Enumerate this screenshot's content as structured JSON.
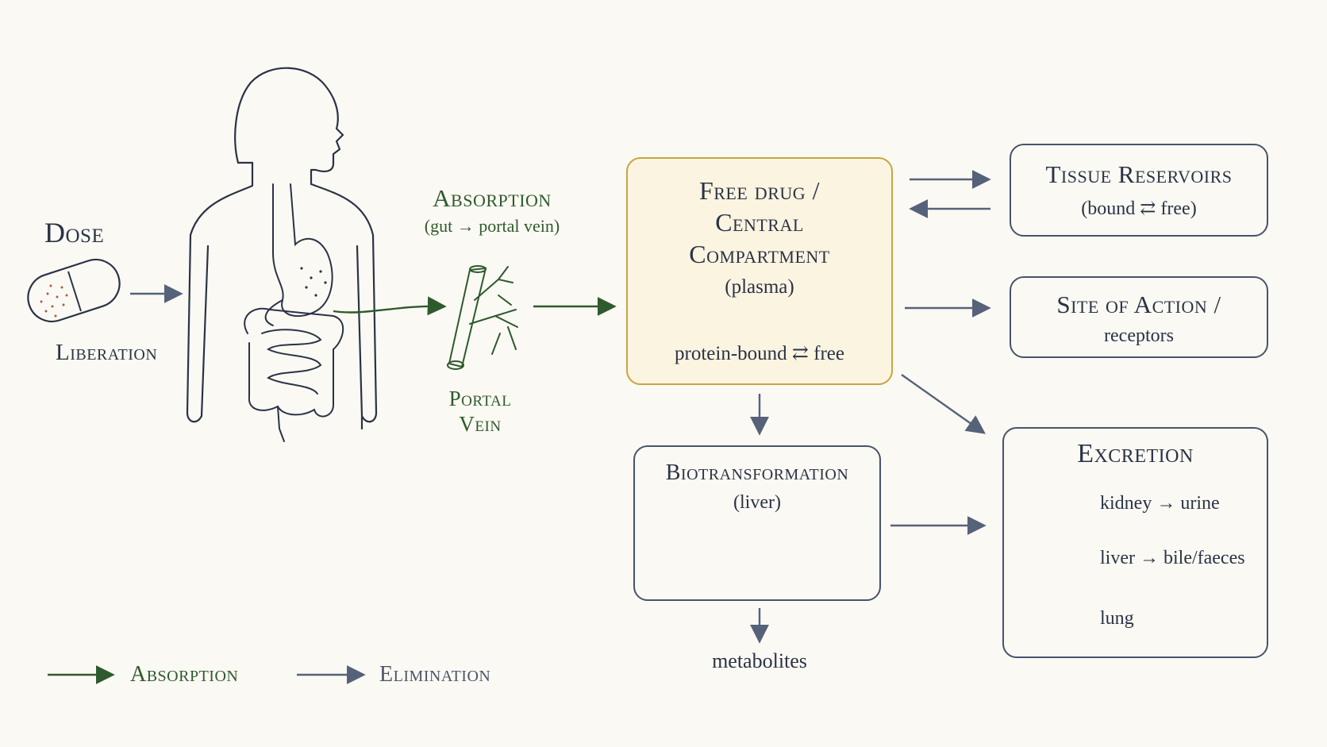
{
  "dose": {
    "title": "Dose",
    "sublabel": "Liberation"
  },
  "absorption": {
    "title": "Absorption",
    "sub": "(gut → portal vein)"
  },
  "portal_vein": {
    "line1": "Portal",
    "line2": "Vein"
  },
  "central": {
    "line1": "Free drug /",
    "line2": "Central",
    "line3": "Compartment",
    "line4": "(plasma)",
    "equilibrium": "protein-bound ⇄ free"
  },
  "tissue": {
    "title": "Tissue Reservoirs",
    "sub": "(bound ⇄ free)"
  },
  "site": {
    "title": "Site of Action /",
    "sub": "receptors"
  },
  "bio": {
    "title": "Biotransformation",
    "sub": "(liver)",
    "output": "metabolites"
  },
  "excretion": {
    "title": "Excretion",
    "routes": [
      {
        "icon": "kidney-icon",
        "label": "kidney → urine"
      },
      {
        "icon": "liver-icon",
        "label": "liver → bile/faeces"
      },
      {
        "icon": "lung-icon",
        "label": "lung"
      }
    ]
  },
  "legend": [
    {
      "label": "Absorption",
      "color": "#2f5a2d"
    },
    {
      "label": "Elimination",
      "color": "#55627a"
    }
  ],
  "colors": {
    "absorption": "#2f5a2d",
    "elimination": "#55627a",
    "central_border": "#c9a441",
    "outline": "#2a3346"
  }
}
